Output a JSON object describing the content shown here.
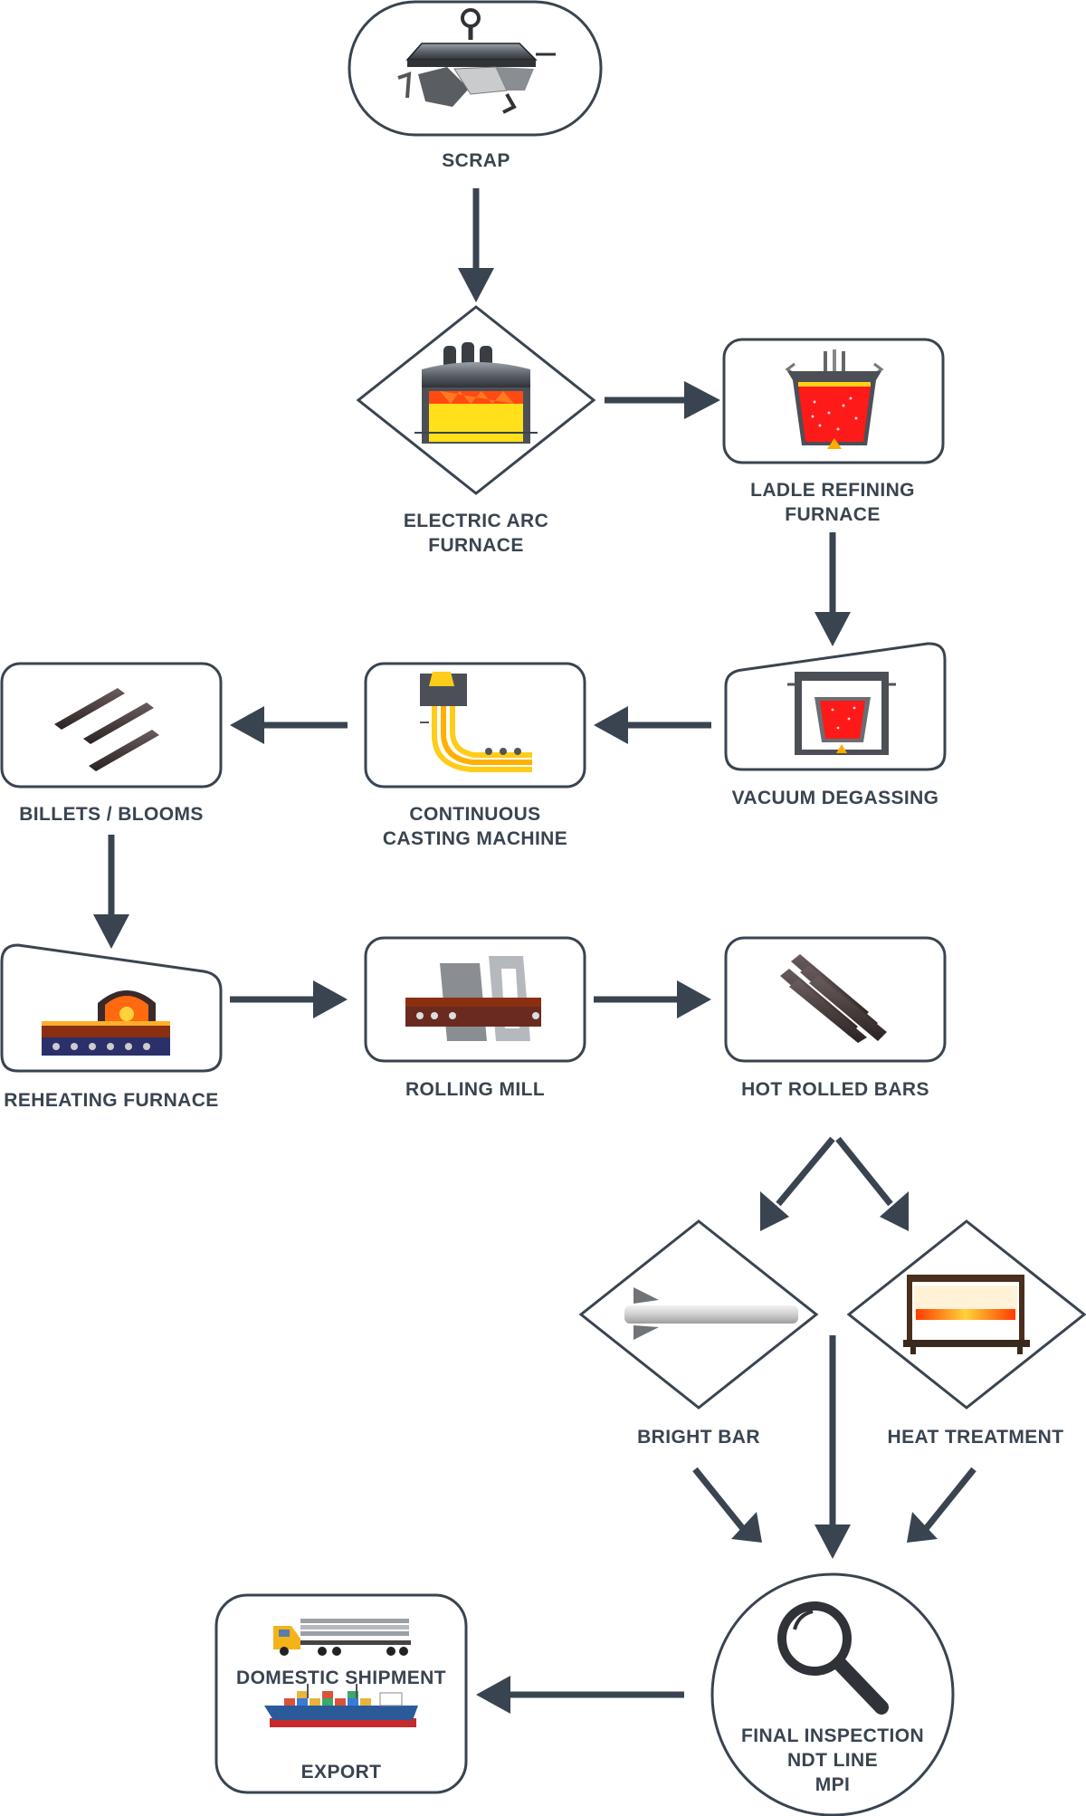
{
  "colors": {
    "stroke": "#3a4450",
    "text": "#3a4450",
    "background": "#ffffff"
  },
  "steps": {
    "scrap": {
      "label": "SCRAP",
      "icon": "scrap-magnet-icon"
    },
    "eaf": {
      "line1": "ELECTRIC ARC",
      "line2": "FURNACE",
      "icon": "electric-arc-furnace-icon"
    },
    "lrf": {
      "line1": "LADLE REFINING",
      "line2": "FURNACE",
      "icon": "ladle-icon"
    },
    "vd": {
      "label": "VACUUM DEGASSING",
      "icon": "vacuum-degassing-icon"
    },
    "ccm": {
      "line1": "CONTINUOUS",
      "line2": "CASTING MACHINE",
      "icon": "continuous-casting-icon"
    },
    "billets": {
      "label": "BILLETS / BLOOMS",
      "icon": "billets-icon"
    },
    "reheat": {
      "label": "REHEATING FURNACE",
      "icon": "reheating-furnace-icon"
    },
    "rolling": {
      "label": "ROLLING MILL",
      "icon": "rolling-mill-icon"
    },
    "hrb": {
      "label": "HOT ROLLED BARS",
      "icon": "hot-rolled-bars-icon"
    },
    "bright": {
      "label": "BRIGHT BAR",
      "icon": "bright-bar-icon"
    },
    "heat": {
      "label": "HEAT TREATMENT",
      "icon": "heat-treatment-icon"
    },
    "inspection": {
      "line1": "FINAL INSPECTION",
      "line2": "NDT LINE",
      "line3": "MPI",
      "icon": "magnifier-icon"
    },
    "shipment": {
      "domestic": "DOMESTIC SHIPMENT",
      "export": "EXPORT",
      "truck_icon": "truck-icon",
      "ship_icon": "ship-icon"
    }
  }
}
